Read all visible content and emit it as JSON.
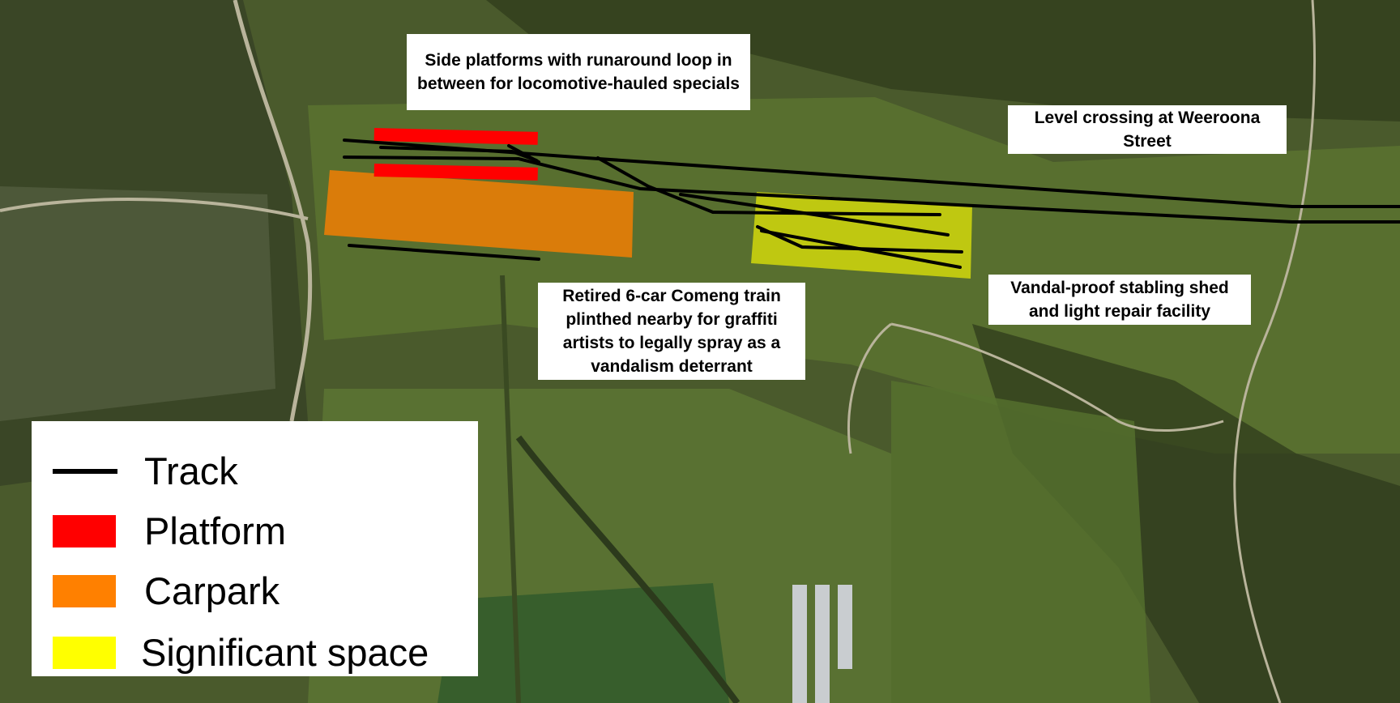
{
  "map": {
    "colors": {
      "track": "#000000",
      "platform": "#ff0000",
      "carpark": "#ff8000",
      "significant_space": "#ffff00",
      "farmland": "#4f6a2d",
      "bush": "#2e3a1d",
      "road": "#b9b49b"
    }
  },
  "callouts": {
    "platforms": "Side platforms with runaround loop in between for locomotive-hauled specials",
    "level_crossing": "Level crossing at Weeroona Street",
    "comeng": "Retired 6-car Comeng train plinthed nearby for graffiti artists to legally spray as a vandalism deterrant",
    "stabling": "Vandal-proof stabling shed and light repair facility"
  },
  "legend": {
    "items": [
      {
        "label": "Track",
        "color": "#000000",
        "shape": "line"
      },
      {
        "label": "Platform",
        "color": "#ff0000",
        "shape": "box"
      },
      {
        "label": "Carpark",
        "color": "#ff8000",
        "shape": "box"
      },
      {
        "label": "Significant space",
        "color": "#ffff00",
        "shape": "box"
      }
    ]
  }
}
